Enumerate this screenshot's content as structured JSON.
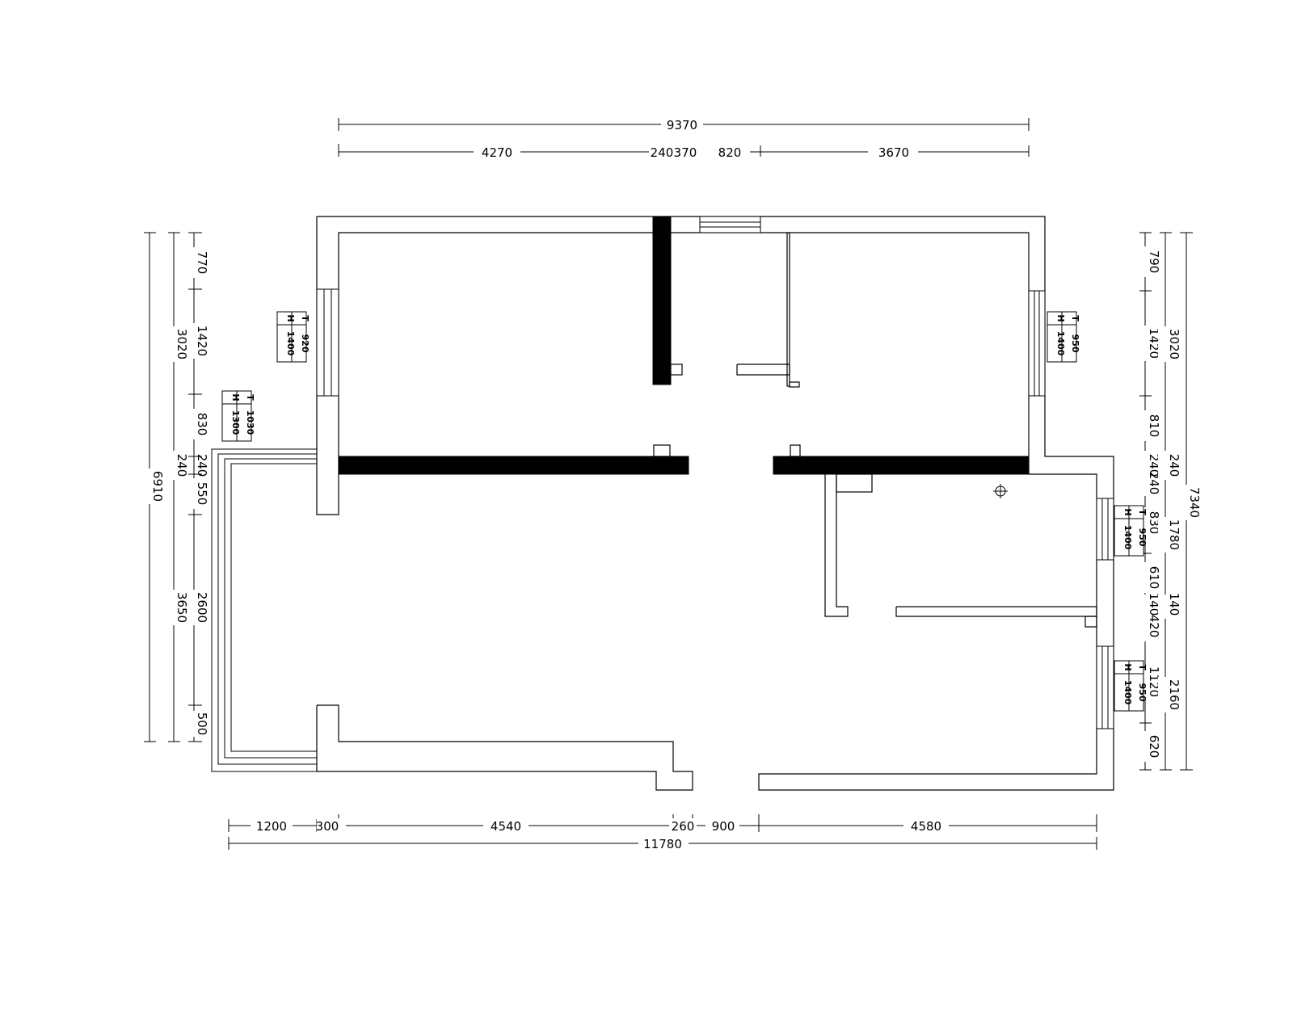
{
  "dimensions": {
    "top_total": "9370",
    "top_segments": [
      "4270",
      "240",
      "370",
      "820",
      "3670"
    ],
    "bottom_segments": [
      "1200",
      "300",
      "4540",
      "260",
      "900",
      "4580"
    ],
    "bottom_total": "11780",
    "left_inner": [
      "770",
      "1420",
      "830",
      "240",
      "550",
      "2600",
      "500"
    ],
    "left_middle": [
      "3020",
      "240",
      "3650"
    ],
    "left_outer": "6910",
    "right_inner": [
      "790",
      "1420",
      "810",
      "240",
      "240",
      "830",
      "610",
      "140",
      "420",
      "1120",
      "620"
    ],
    "right_middle": [
      "3020",
      "240",
      "1780",
      "140",
      "2160"
    ],
    "right_outer": "7340"
  },
  "window_tags": [
    {
      "t_label": "T",
      "t_value": "920",
      "h_label": "H",
      "h_value": "1400"
    },
    {
      "t_label": "T",
      "t_value": "1030",
      "h_label": "H",
      "h_value": "1300"
    },
    {
      "t_label": "T",
      "t_value": "950",
      "h_label": "H",
      "h_value": "1400"
    },
    {
      "t_label": "T",
      "t_value": "950",
      "h_label": "H",
      "h_value": "1400"
    },
    {
      "t_label": "T",
      "t_value": "950",
      "h_label": "H",
      "h_value": "1400"
    }
  ]
}
